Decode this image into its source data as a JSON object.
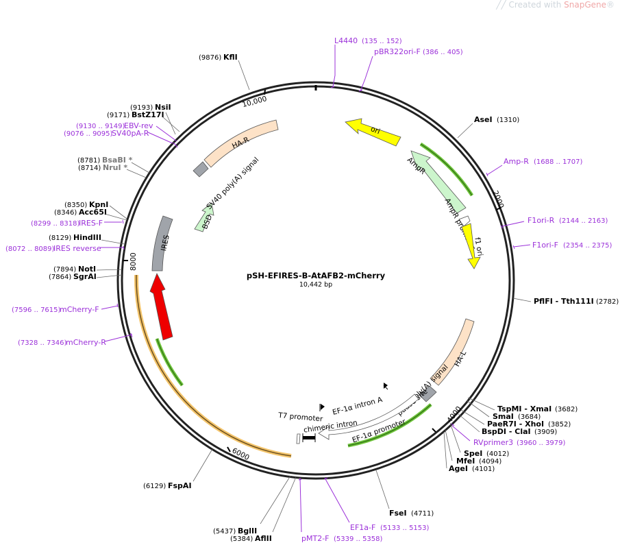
{
  "watermark": {
    "prefix": "Created with ",
    "brand": "SnapGene",
    "reg": "®"
  },
  "plasmid": {
    "name": "pSH-EFIRES-B-AtAFB2-mCherry",
    "size": "10,442 bp"
  },
  "ticks": [
    {
      "text": "10,000"
    },
    {
      "text": "2000"
    },
    {
      "text": "4000"
    },
    {
      "text": "6000"
    },
    {
      "text": "8000"
    }
  ],
  "sites": [
    {
      "name": "KflI",
      "pos": "(9876)"
    },
    {
      "name": "NsiI",
      "pos": "(9193)"
    },
    {
      "name": "BstZ17I",
      "pos": "(9171)"
    },
    {
      "name": "BsaBI *",
      "pos": "(8781)"
    },
    {
      "name": "NruI *",
      "pos": "(8714)"
    },
    {
      "name": "KpnI",
      "pos": "(8350)"
    },
    {
      "name": "Acc65I",
      "pos": "(8346)"
    },
    {
      "name": "HindIII",
      "pos": "(8129)"
    },
    {
      "name": "NotI",
      "pos": "(7894)"
    },
    {
      "name": "SgrAI",
      "pos": "(7864)"
    },
    {
      "name": "AseI",
      "pos": "(1310)"
    },
    {
      "name": "PflFI - Tth111I",
      "pos": "(2782)"
    },
    {
      "name": "TspMI - XmaI",
      "pos": "(3682)"
    },
    {
      "name": "SmaI",
      "pos": "(3684)"
    },
    {
      "name": "PaeR7I - XhoI",
      "pos": "(3852)"
    },
    {
      "name": "BspDI - ClaI",
      "pos": "(3909)"
    },
    {
      "name": "SpeI",
      "pos": "(4012)"
    },
    {
      "name": "MfeI",
      "pos": "(4094)"
    },
    {
      "name": "AgeI",
      "pos": "(4101)"
    },
    {
      "name": "FseI",
      "pos": "(4711)"
    },
    {
      "name": "BglII",
      "pos": "(5437)"
    },
    {
      "name": "AflII",
      "pos": "(5384)"
    },
    {
      "name": "FspAI",
      "pos": "(6129)"
    }
  ],
  "primers": [
    {
      "name": "L4440",
      "range": "(135 .. 152)"
    },
    {
      "name": "pBR322ori-F",
      "range": "(386 .. 405)"
    },
    {
      "name": "Amp-R",
      "range": "(1688 .. 1707)"
    },
    {
      "name": "F1ori-R",
      "range": "(2144 .. 2163)"
    },
    {
      "name": "F1ori-F",
      "range": "(2354 .. 2375)"
    },
    {
      "name": "RVprimer3",
      "range": "(3960 .. 3979)"
    },
    {
      "name": "EF1a-F",
      "range": "(5133 .. 5153)"
    },
    {
      "name": "pMT2-F",
      "range": "(5339 .. 5358)"
    },
    {
      "name": "mCherry-R",
      "range": "(7328 .. 7346)"
    },
    {
      "name": "mCherry-F",
      "range": "(7596 .. 7615)"
    },
    {
      "name": "IRES reverse",
      "range": "(8072 .. 8089)"
    },
    {
      "name": "IRES-F",
      "range": "(8299 .. 8318)"
    },
    {
      "name": "SV40pA-R",
      "range": "(9076 .. 9095)"
    },
    {
      "name": "EBV-rev",
      "range": "(9130 .. 9149)"
    }
  ],
  "features": [
    {
      "name": "ori"
    },
    {
      "name": "AmpR"
    },
    {
      "name": "AmpR promoter"
    },
    {
      "name": "f1 ori"
    },
    {
      "name": "HA-L"
    },
    {
      "name": "poly(A) signal"
    },
    {
      "name": "pause site"
    },
    {
      "name": "EF-1α intron A"
    },
    {
      "name": "EF-1α promoter"
    },
    {
      "name": "chimeric intron"
    },
    {
      "name": "T7 promoter"
    },
    {
      "name": "mCherry"
    },
    {
      "name": "IRES"
    },
    {
      "name": "BSD"
    },
    {
      "name": "SV40 poly(A) signal"
    },
    {
      "name": "HA-R"
    }
  ],
  "colors": {
    "backbone": "#222222",
    "feature_ori": "#ffff00",
    "feature_amp": "#ccf5cc",
    "feature_ha": "#fde2c7",
    "feature_mcherry": "#ee0000",
    "feature_grey": "#a0a4aa",
    "primer": "#9b30d9",
    "orf_green": "#4aa51f",
    "orf_orange": "#f3c46b"
  }
}
